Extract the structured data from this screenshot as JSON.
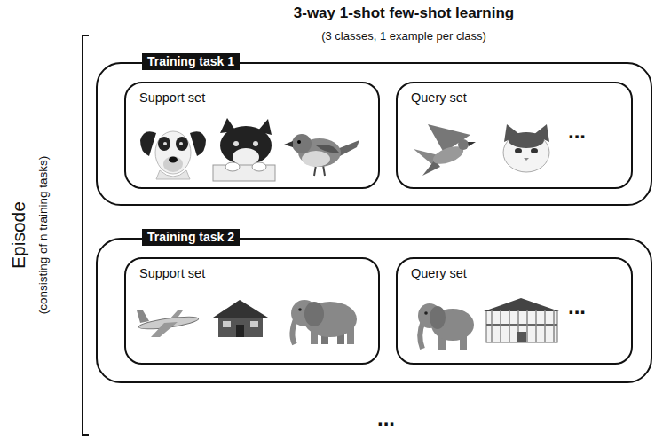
{
  "diagram": {
    "title": "3-way 1-shot few-shot learning",
    "nodes": [
      {
        "text": [
          "Training task 1"
        ]
      },
      {
        "text": [
          "Support set"
        ],
        "in": 0
      },
      {
        "text": [
          "Query set",
          "..."
        ],
        "in": 0
      },
      {
        "text": [
          "Training task 2"
        ]
      },
      {
        "text": [
          "Support set"
        ],
        "in": 3
      },
      {
        "text": [
          "Query set",
          "..."
        ],
        "in": 3
      }
    ],
    "labels": [
      "(3 classes, 1 example per class)",
      "Episode",
      "(consisting of n training tasks)",
      "..."
    ]
  }
}
